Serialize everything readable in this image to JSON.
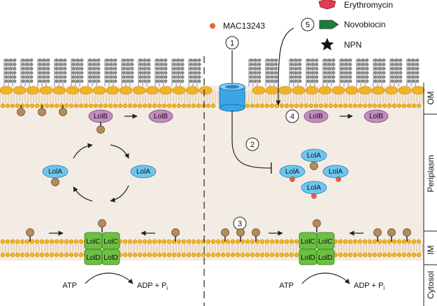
{
  "legend": {
    "mac": "MAC13243",
    "erythromycin": "Erythromycin",
    "novobiocin": "Novobiocin",
    "npn": "NPN"
  },
  "compartments": {
    "om": "OM",
    "periplasm": "Periplasm",
    "im": "IM",
    "cytosol": "Cytosol"
  },
  "proteins": {
    "lolb": "LolB",
    "lola": "LolA",
    "lolc": "LolC",
    "lold": "LolD"
  },
  "reaction": {
    "atp": "ATP",
    "adp": "ADP + P",
    "pi_sub": "i"
  },
  "steps": [
    "1",
    "2",
    "3",
    "4",
    "5"
  ],
  "colors": {
    "om_bg": "#f3ece4",
    "lipid_head": "#f2b324",
    "lipid_head_stroke": "#c47e00",
    "lolb": "#c38bc0",
    "lola": "#6ec6ee",
    "lolcd": "#6dbf44",
    "lipoprotein": "#b48b5a",
    "mac": "#e8603c",
    "channel": "#3aa6e6",
    "erythromycin": "#e03c4f",
    "novobiocin": "#1f7a3e"
  }
}
